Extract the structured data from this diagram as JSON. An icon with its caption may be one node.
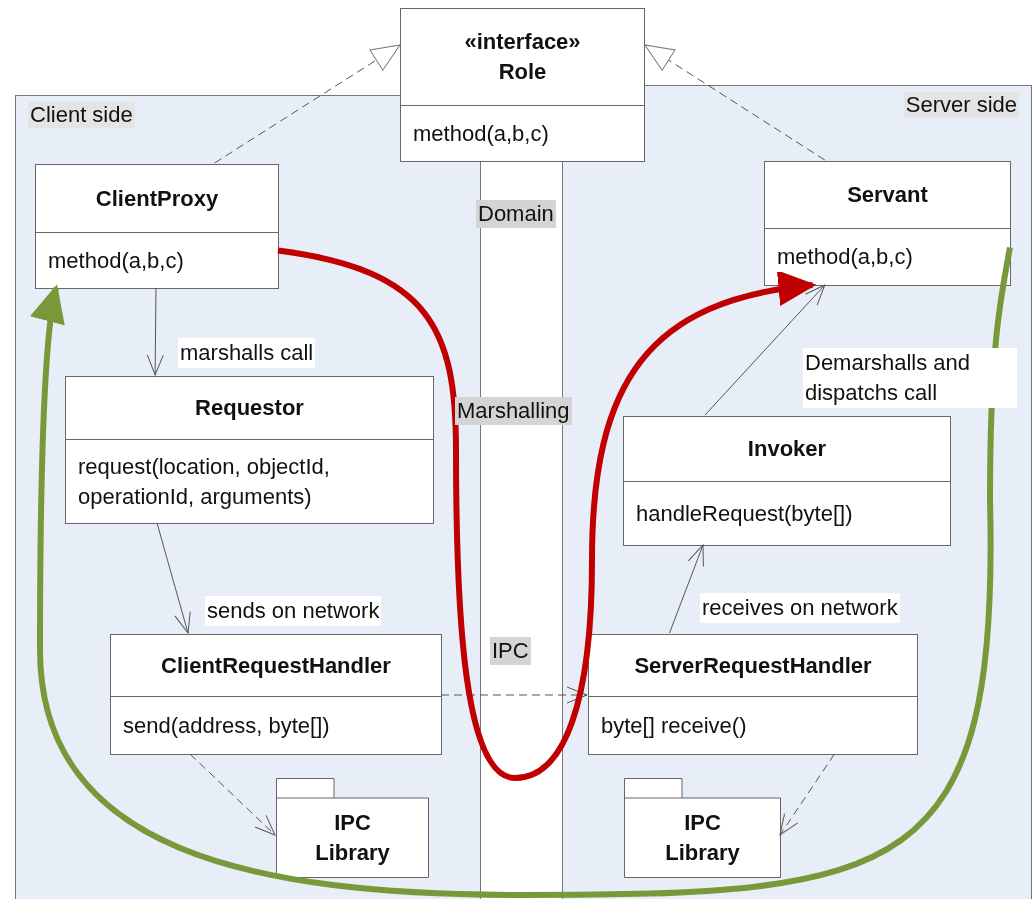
{
  "diagram": {
    "nodes": [
      {
        "text": [
          "Client side"
        ]
      },
      {
        "text": [
          "Server side"
        ]
      },
      {
        "text": [
          "«interface» Role",
          "method(a,b,c)"
        ]
      },
      {
        "text": [
          "ClientProxy",
          "method(a,b,c)"
        ],
        "in": 0
      },
      {
        "text": [
          "Servant",
          "method(a,b,c)"
        ],
        "in": 1
      },
      {
        "text": [
          "Requestor",
          "request(location, objectId, operationId, arguments)"
        ],
        "in": 0
      },
      {
        "text": [
          "Invoker",
          "handleRequest(byte[])"
        ],
        "in": 1
      },
      {
        "text": [
          "ClientRequestHandler",
          "send(address, byte[])"
        ],
        "in": 0
      },
      {
        "text": [
          "ServerRequestHandler",
          "byte[] receive()"
        ],
        "in": 1
      },
      {
        "text": [
          "IPC Library"
        ],
        "in": 0
      },
      {
        "text": [
          "IPC Library"
        ],
        "in": 1
      }
    ],
    "edges": [
      {
        "from": 3,
        "to": 2,
        "arrow": "to",
        "style": "dashed"
      },
      {
        "from": 4,
        "to": 2,
        "arrow": "to",
        "style": "dashed"
      },
      {
        "from": 3,
        "to": 5,
        "arrow": "to",
        "label": "marshalls call"
      },
      {
        "from": 5,
        "to": 7,
        "arrow": "to",
        "label": "sends on network"
      },
      {
        "from": 7,
        "to": 8,
        "arrow": "to",
        "style": "dashed"
      },
      {
        "from": 8,
        "to": 6,
        "arrow": "to",
        "label": "receives on network"
      },
      {
        "from": 6,
        "to": 4,
        "arrow": "to",
        "label": "Demarshalls and dispatchs call"
      },
      {
        "from": 7,
        "to": 9,
        "arrow": "to",
        "style": "dashed"
      },
      {
        "from": 8,
        "to": 10,
        "arrow": "to",
        "style": "dashed"
      },
      {
        "from": 3,
        "to": 4,
        "arrow": "to",
        "style": "thick",
        "color": "#c00000"
      },
      {
        "from": 4,
        "to": 3,
        "arrow": "to",
        "style": "thick",
        "color": "#77993a"
      }
    ],
    "labels": [
      "Domain",
      "Marshalling",
      "IPC"
    ]
  }
}
